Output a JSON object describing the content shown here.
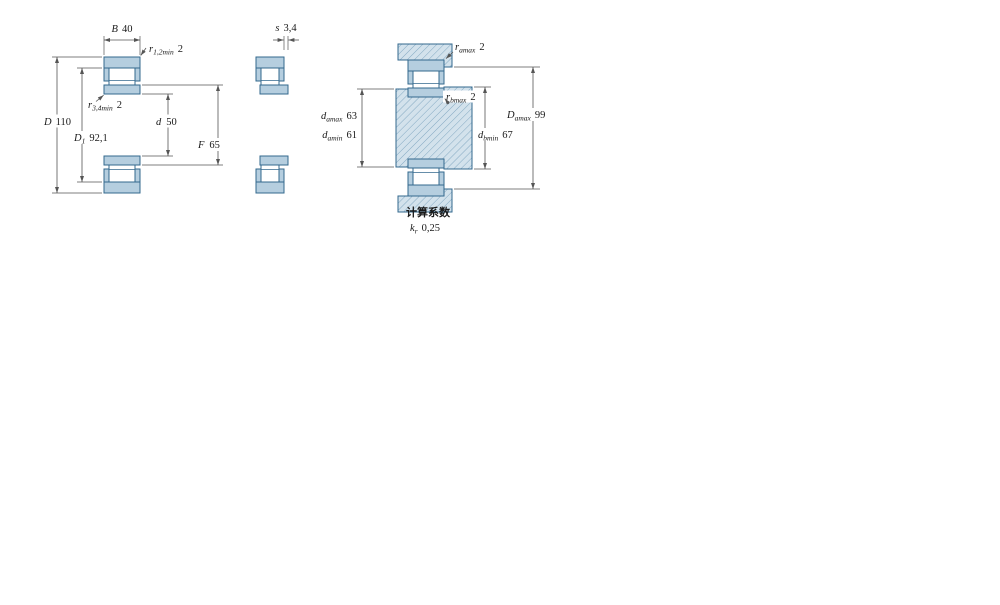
{
  "drawing": {
    "left_view": {
      "B": {
        "label": "B",
        "value": "40"
      },
      "r12": {
        "label": "r",
        "sub": "1,2min",
        "value": "2"
      },
      "r34": {
        "label": "r",
        "sub": "3,4min",
        "value": "2"
      },
      "D": {
        "label": "D",
        "value": "110"
      },
      "D1": {
        "label": "D",
        "sub": "1",
        "value": "92,1"
      },
      "d": {
        "label": "d",
        "value": "50"
      },
      "F": {
        "label": "F",
        "value": "65"
      }
    },
    "middle_view": {
      "s": {
        "label": "s",
        "value": "3,4"
      }
    },
    "right_view": {
      "ra": {
        "label": "r",
        "sub": "amax",
        "value": "2"
      },
      "rb": {
        "label": "r",
        "sub": "bmax",
        "value": "2"
      },
      "damax": {
        "label": "d",
        "sub": "amax",
        "value": "63"
      },
      "damin": {
        "label": "d",
        "sub": "amin",
        "value": "61"
      },
      "dbmin": {
        "label": "d",
        "sub": "bmin",
        "value": "67"
      },
      "Damax": {
        "label": "D",
        "sub": "amax",
        "value": "99"
      }
    },
    "footer": {
      "heading": "计算系数",
      "kr": {
        "label": "k",
        "sub": "r",
        "value": "0,25"
      }
    },
    "colors": {
      "part_outline": "#33688e",
      "part_fill": "#b5cedf",
      "hatch_bg": "#d3e2ec",
      "hatch_line": "#7ba3bd",
      "dimension_line": "#555555",
      "text": "#1a1a1a"
    }
  }
}
